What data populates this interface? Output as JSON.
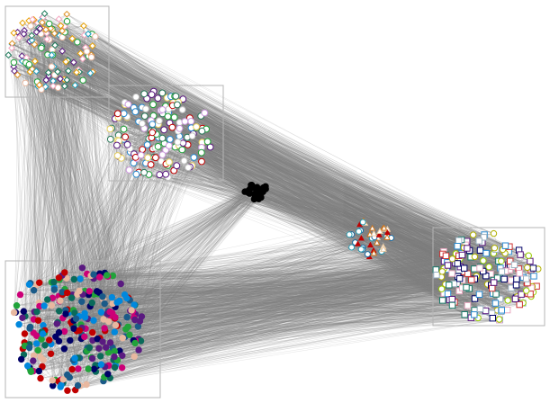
{
  "graph": {
    "edge_color": "#808080",
    "background": "#ffffff",
    "group_box_color": "#b4b4b4",
    "groups": [
      {
        "id": "top-left-cluster",
        "boxed": true,
        "palette": [
          {
            "color": "#1b7a5a",
            "shape": "diamond-open"
          },
          {
            "color": "#e8a000",
            "shape": "diamond-open"
          },
          {
            "color": "#f4a7c0",
            "shape": "diamond-open"
          },
          {
            "color": "#e09020",
            "shape": "diamond-open"
          },
          {
            "color": "#5a1a80",
            "shape": "diamond-open"
          },
          {
            "color": "#21a33a",
            "shape": "circle-open"
          },
          {
            "color": "#1fa0c0",
            "shape": "diamond-open"
          },
          {
            "color": "#e8b8a0",
            "shape": "circle-open"
          }
        ],
        "count": 120
      },
      {
        "id": "upper-middle-cluster",
        "boxed": true,
        "palette": [
          {
            "color": "#21a33a",
            "shape": "circle-open"
          },
          {
            "color": "#5a1a80",
            "shape": "circle-open"
          },
          {
            "color": "#2a7a5a",
            "shape": "circle-open"
          },
          {
            "color": "#cc99dd",
            "shape": "circle-open"
          },
          {
            "color": "#c0c0c0",
            "shape": "circle-open"
          },
          {
            "color": "#2a8ad0",
            "shape": "circle-open"
          },
          {
            "color": "#c00000",
            "shape": "circle-open"
          },
          {
            "color": "#e8d060",
            "shape": "circle-open"
          }
        ],
        "count": 150
      },
      {
        "id": "center-black-cluster",
        "boxed": false,
        "palette": [
          {
            "color": "#000000",
            "shape": "circle-filled"
          }
        ],
        "count": 26
      },
      {
        "id": "center-right-cluster",
        "boxed": false,
        "palette": [
          {
            "color": "#1a6aa0",
            "shape": "circle-open"
          },
          {
            "color": "#2a9ab0",
            "shape": "circle-open"
          },
          {
            "color": "#e8c8a0",
            "shape": "triangle-open"
          },
          {
            "color": "#c00000",
            "shape": "triangle-filled"
          },
          {
            "color": "#cc7722",
            "shape": "triangle-open"
          }
        ],
        "count": 40
      },
      {
        "id": "right-cluster",
        "boxed": true,
        "palette": [
          {
            "color": "#99cc00",
            "shape": "circle-open"
          },
          {
            "color": "#000066",
            "shape": "square-open"
          },
          {
            "color": "#1a7a6a",
            "shape": "square-open"
          },
          {
            "color": "#5a1a80",
            "shape": "square-open"
          },
          {
            "color": "#e8a8c0",
            "shape": "square-open"
          },
          {
            "color": "#2a8ad0",
            "shape": "square-open"
          },
          {
            "color": "#b0b000",
            "shape": "circle-open"
          },
          {
            "color": "#cc3333",
            "shape": "square-open"
          },
          {
            "color": "#9ab0c0",
            "shape": "square-open"
          }
        ],
        "count": 170
      },
      {
        "id": "bottom-left-cluster",
        "boxed": true,
        "palette": [
          {
            "color": "#0088dd",
            "shape": "circle-filled"
          },
          {
            "color": "#21a33a",
            "shape": "circle-filled"
          },
          {
            "color": "#1a5a88",
            "shape": "circle-filled"
          },
          {
            "color": "#c00000",
            "shape": "circle-filled"
          },
          {
            "color": "#cc0077",
            "shape": "circle-filled"
          },
          {
            "color": "#5a1a80",
            "shape": "circle-filled"
          },
          {
            "color": "#e8b8a0",
            "shape": "circle-filled"
          },
          {
            "color": "#000066",
            "shape": "circle-filled"
          },
          {
            "color": "#0a6a5a",
            "shape": "circle-filled"
          }
        ],
        "count": 260
      }
    ]
  }
}
